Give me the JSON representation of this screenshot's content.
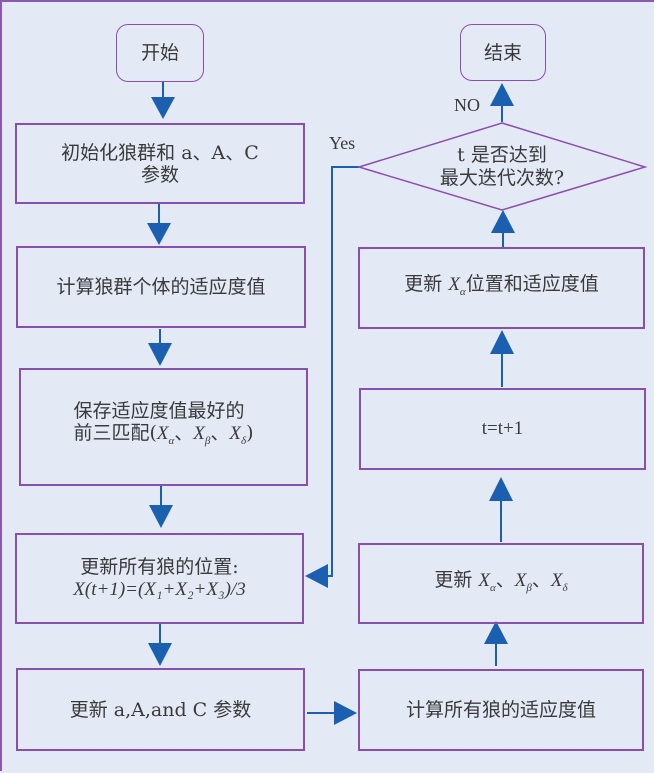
{
  "diagram": {
    "type": "flowchart",
    "title": "Grey Wolf Optimizer flowchart",
    "colors": {
      "background": "#e4e9f6",
      "box_border": "#8a4fae",
      "arrow": "#1a5fb0",
      "text": "#3a3a3a"
    },
    "nodes": {
      "start": {
        "label": "开始"
      },
      "init": {
        "line1": "初始化狼群和 a、A、C",
        "line2": "参数"
      },
      "fitness": {
        "label": "计算狼群个体的适应度值"
      },
      "save_best": {
        "line1": "保存适应度值最好的",
        "line2_prefix": "前三匹配(",
        "x": "X",
        "alpha": "α",
        "beta": "β",
        "delta": "δ",
        "sep": "、",
        "close": ")"
      },
      "update_pos": {
        "line1": "更新所有狼的位置:",
        "formula": "X(t+1)=(X₁+X₂+X₃)/3"
      },
      "update_params": {
        "label": "更新 a,A,and C 参数"
      },
      "calc_all_fitness": {
        "label": "计算所有狼的适应度值"
      },
      "update_three": {
        "prefix": "更新 ",
        "x": "X",
        "alpha": "α",
        "beta": "β",
        "delta": "δ",
        "sep": "、"
      },
      "increment": {
        "label": "t=t+1"
      },
      "update_alpha": {
        "prefix": "更新 ",
        "x": "X",
        "alpha": "α",
        "suffix": "位置和适应度值"
      },
      "decision": {
        "line1": "t 是否达到",
        "line2": "最大迭代次数?"
      },
      "end": {
        "label": "结束"
      }
    },
    "edge_labels": {
      "yes": "Yes",
      "no": "NO"
    },
    "edges": [
      {
        "from": "start",
        "to": "init"
      },
      {
        "from": "init",
        "to": "fitness"
      },
      {
        "from": "fitness",
        "to": "save_best"
      },
      {
        "from": "save_best",
        "to": "update_pos"
      },
      {
        "from": "update_pos",
        "to": "update_params"
      },
      {
        "from": "update_params",
        "to": "calc_all_fitness"
      },
      {
        "from": "calc_all_fitness",
        "to": "update_three"
      },
      {
        "from": "update_three",
        "to": "increment"
      },
      {
        "from": "increment",
        "to": "update_alpha"
      },
      {
        "from": "update_alpha",
        "to": "decision"
      },
      {
        "from": "decision",
        "to": "end",
        "label": "NO"
      },
      {
        "from": "decision",
        "to": "update_pos",
        "label": "Yes"
      }
    ]
  }
}
